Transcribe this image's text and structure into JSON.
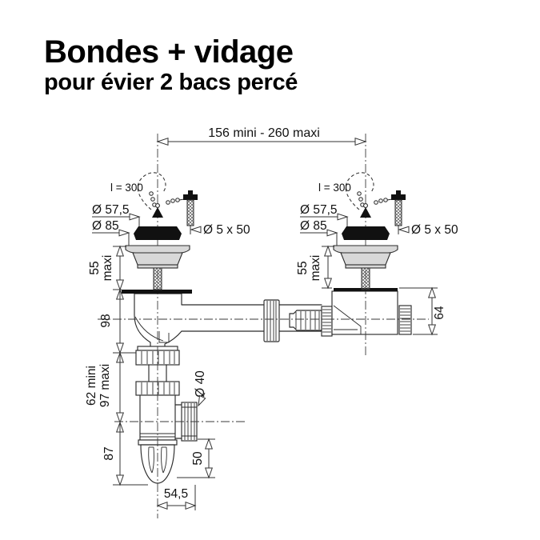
{
  "header": {
    "title": "Bondes + vidage",
    "subtitle": "pour évier 2 bacs percé"
  },
  "dims": {
    "span": "156 mini - 260 maxi",
    "h98": "98",
    "h64": "64",
    "h_min": "62 mini",
    "h_max": "97 maxi",
    "d40": "Ø 40",
    "h87": "87",
    "h50": "50",
    "w545": "54,5"
  },
  "left": {
    "chain": "l = 300",
    "d_plug": "Ø 57,5",
    "d_flange": "Ø 85",
    "screw": "Ø 5 x 50",
    "h55": "55",
    "h55_suffix": "maxi"
  },
  "right": {
    "chain": "l = 300",
    "d_plug": "Ø 57,5",
    "d_flange": "Ø 85",
    "screw": "Ø 5 x 50",
    "h55": "55",
    "h55_suffix": "maxi"
  },
  "colors": {
    "line": "#2b2b2b",
    "fill_dark": "#111111",
    "fill_gray": "#d8d8d8",
    "background": "#ffffff"
  }
}
